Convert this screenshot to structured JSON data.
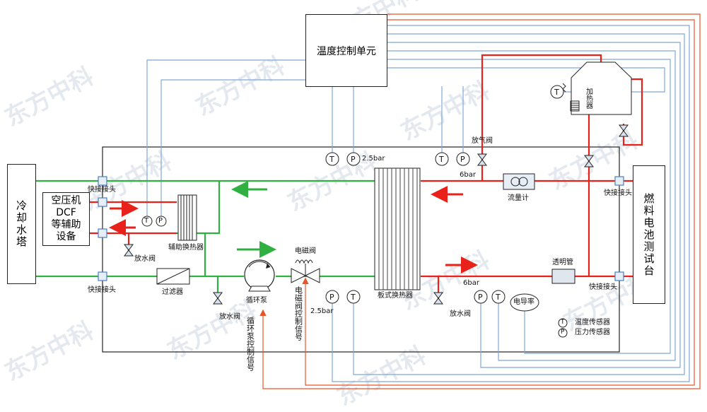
{
  "watermark": "东方中科",
  "labels": {
    "temp_control_unit": "温度控制单元",
    "cooling_tower": "冷却水塔",
    "aux_equipment_line1": "空压机",
    "aux_equipment_line2": "DCF",
    "aux_equipment_line3": "等辅助",
    "aux_equipment_line4": "设备",
    "fuel_cell_test_bench": "燃料电池测试台",
    "heater": "加热器",
    "quick_connector": "快接接头",
    "drain_valve": "放水阀",
    "vent_valve": "放气阀",
    "aux_heat_exchanger": "辅助换热器",
    "filter": "过滤器",
    "circulation_pump": "循环泵",
    "solenoid_valve": "电磁阀",
    "plate_heat_exchanger": "板式换热器",
    "flow_meter": "流量计",
    "sight_tube": "透明管",
    "conductivity": "电导率",
    "pressure_2_5bar": "2.5bar",
    "pressure_6bar": "6bar",
    "solenoid_control_signal": "电磁阀控制信号",
    "pump_control_signal": "循环泵控制信号"
  },
  "sensor_symbols": {
    "temperature": "T",
    "pressure": "P"
  },
  "legend": {
    "temperature_sensor": "温度传感器",
    "pressure_sensor": "压力传感器"
  },
  "colors": {
    "hot_line": "#e8221a",
    "cold_line": "#2fb040",
    "signal_blue": "#7fa8d8",
    "signal_red": "#e8552a",
    "outline": "#222222"
  }
}
